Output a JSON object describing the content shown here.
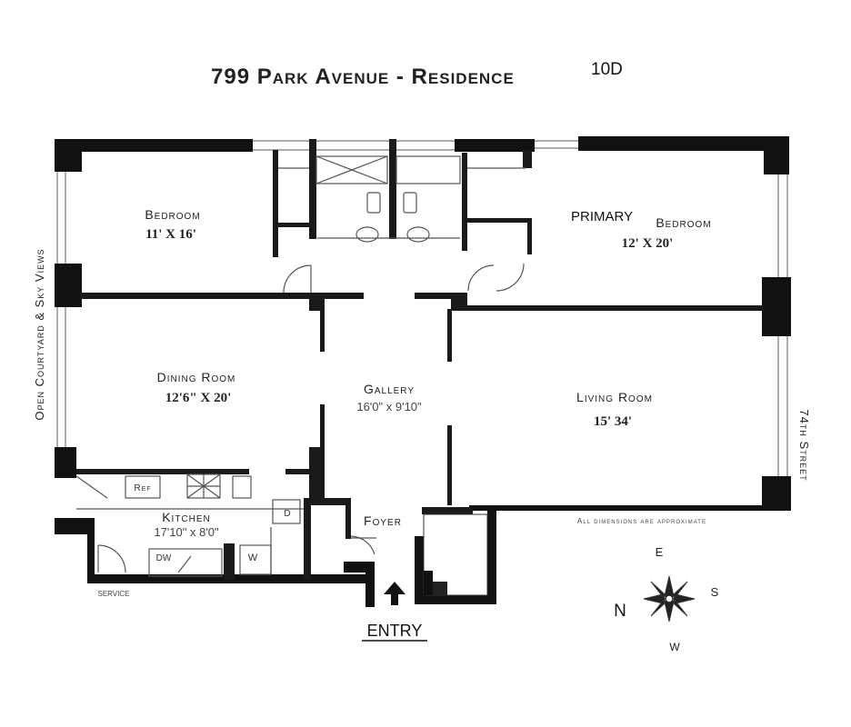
{
  "title": "799 Park Avenue - Residence",
  "unit_label": "10D",
  "rooms": {
    "bedroom": {
      "name": "Bedroom",
      "dims": "11' X 16'"
    },
    "primary_bedroom": {
      "prefix": "PRIMARY",
      "name": "Bedroom",
      "dims": "12' X 20'"
    },
    "dining_room": {
      "name": "Dining Room",
      "dims": "12'6\" X 20'"
    },
    "gallery": {
      "name": "Gallery",
      "dims": "16'0\" x 9'10\""
    },
    "living_room": {
      "name": "Living Room",
      "dims": "15' 34'"
    },
    "kitchen": {
      "name": "Kitchen",
      "dims": "17'10\" x 8'0\""
    },
    "foyer": {
      "name": "Foyer"
    }
  },
  "fixtures": {
    "ref": "Ref",
    "dishwasher": "DW",
    "washer": "W",
    "dryer": "D"
  },
  "labels": {
    "service": "SERVICE",
    "entry": "ENTRY",
    "left_side": "Open Courtyard & Sky Views",
    "right_side": "74th Street",
    "dimensions_note": "All dimensions are approximate"
  },
  "compass": {
    "n": "N",
    "e": "E",
    "s": "S",
    "w": "W"
  }
}
